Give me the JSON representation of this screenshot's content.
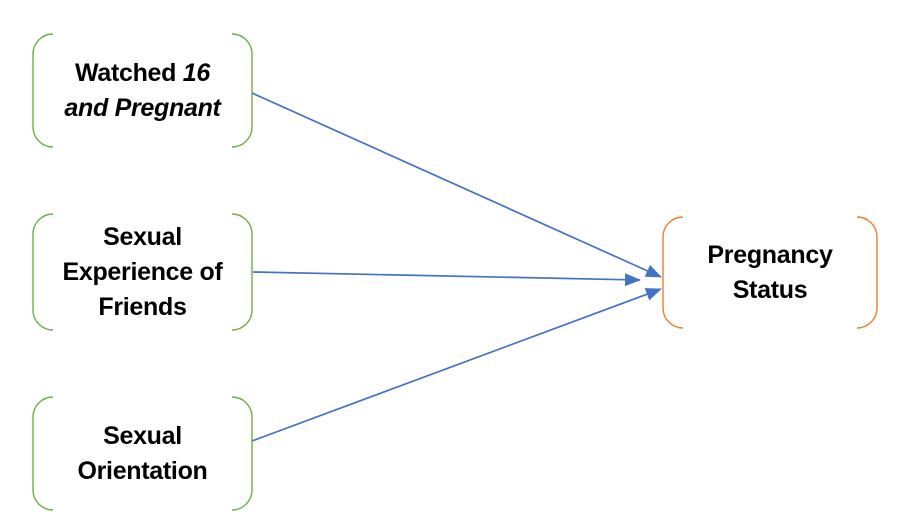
{
  "diagram": {
    "type": "path-model",
    "colors": {
      "predictor_bracket": "#70AD47",
      "outcome_bracket": "#ED7D31",
      "connector": "#4472C4",
      "text": "#000000",
      "background": "#ffffff"
    },
    "nodes": {
      "watched": {
        "label": "Watched 16 and Pregnant",
        "line1_plain": "Watched",
        "line1_italic": "16",
        "line2_italic": "and Pregnant",
        "role": "predictor"
      },
      "friends": {
        "label": "Sexual Experience of Friends",
        "line1": "Sexual",
        "line2": "Experience of",
        "line3": "Friends",
        "role": "predictor"
      },
      "orientation": {
        "label": "Sexual Orientation",
        "line1": "Sexual",
        "line2": "Orientation",
        "role": "predictor"
      },
      "outcome": {
        "label": "Pregnancy Status",
        "line1": "Pregnancy",
        "line2": "Status",
        "role": "outcome"
      }
    },
    "edges": [
      {
        "from": "Watched 16 and Pregnant",
        "to": "Pregnancy Status",
        "style": "arrow"
      },
      {
        "from": "Sexual Experience of Friends",
        "to": "Pregnancy Status",
        "style": "arrow"
      },
      {
        "from": "Sexual Orientation",
        "to": "Pregnancy Status",
        "style": "arrow"
      }
    ]
  }
}
